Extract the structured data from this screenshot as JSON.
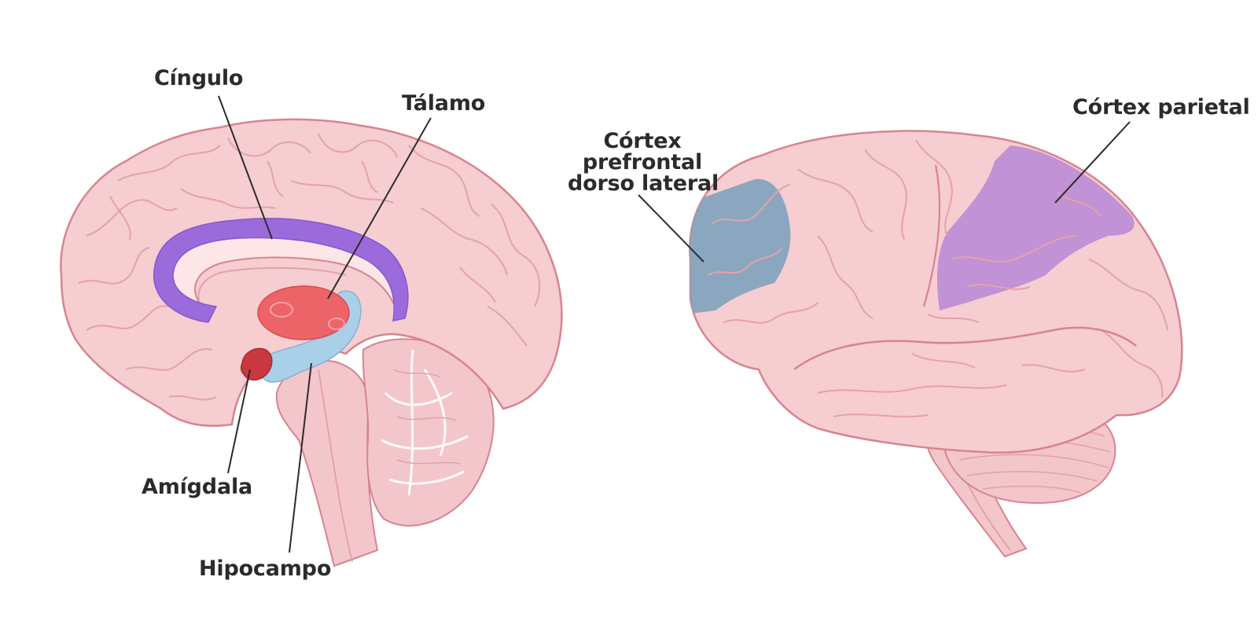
{
  "labels": {
    "cingulo": "Cíngulo",
    "talamo": "Tálamo",
    "amigdala": "Amígdala",
    "hipocampo": "Hipocampo",
    "cortex_parietal": "Córtex parietal",
    "cortex_prefrontal_line1": "Córtex",
    "cortex_prefrontal_line2": "prefrontal",
    "cortex_prefrontal_line3": "dorso lateral"
  },
  "colors": {
    "brain_fill": "#f6cdd1",
    "brain_outline": "#d8848f",
    "gyri_line": "#e3a2aa",
    "cingulate": "#9b6bdc",
    "thalamus": "#ec6468",
    "hippocampus": "#a9cfe9",
    "amygdala": "#c9383f",
    "parietal": "#b98ad6",
    "dlpfc": "#7fa3bc",
    "leader_line": "#2b2b2b",
    "label_text": "#2b2b2b"
  }
}
